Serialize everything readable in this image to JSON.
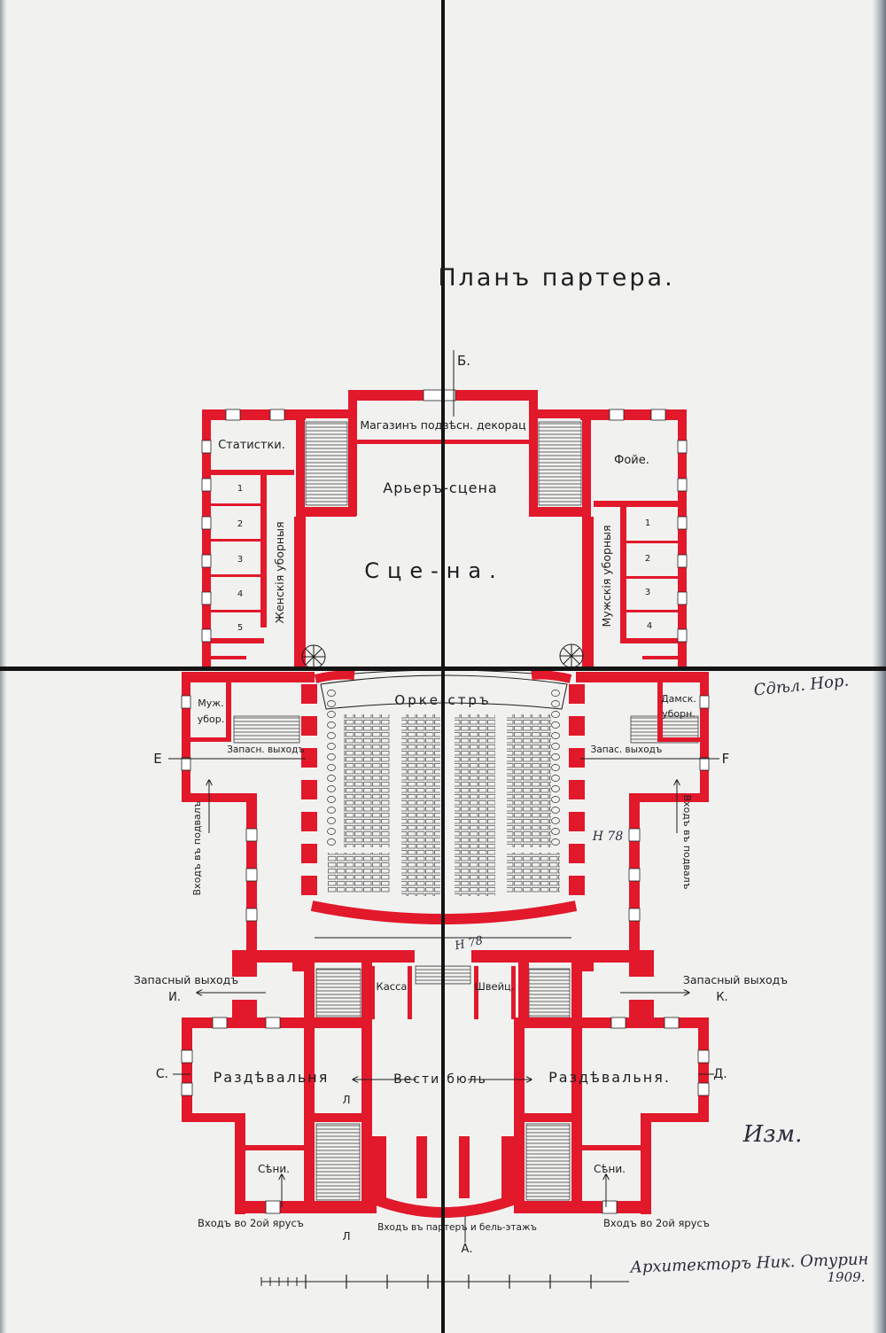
{
  "title": "Планъ партера.",
  "marks": {
    "b": "Б.",
    "a": "А.",
    "e": "Е",
    "f": "F",
    "i": "И.",
    "k": "К.",
    "c": "С.",
    "d": "Д.",
    "l_upper": "Л",
    "l_lower": "Л"
  },
  "stage_level": {
    "store": "Магазинъ подвѣсн. декорац",
    "statistki": "Статистки.",
    "foyer": "Фойе.",
    "rear_stage": "Арьеръ-сцена",
    "stage": "Сце-на.",
    "women_dressing": "Женскія уборныя",
    "men_dressing": "Мужскія уборныя",
    "left_room_numbers": [
      "1",
      "2",
      "3",
      "4",
      "5"
    ],
    "right_room_numbers": [
      "1",
      "2",
      "3",
      "4"
    ]
  },
  "hall": {
    "orchestra": "Орке-стръ",
    "men_toilet": [
      "Муж.",
      "убор."
    ],
    "ladies_toilet": [
      "Дамск.",
      "уборн."
    ],
    "spare_exit_left": "Запасн. выходъ",
    "spare_exit_right": "Запас. выходъ",
    "basement_entry_left": "Входъ въ подвалъ",
    "basement_entry_right": "Входъ въ подвалъ"
  },
  "lobby": {
    "spare_exit_left": "Запасный выходъ",
    "spare_exit_right": "Запасный выходъ",
    "cashier": "Касса",
    "porter": "Швейц."
  },
  "entrance": {
    "cloakroom_left": "Раздѣвальня",
    "vestibule": "Вести-бюль",
    "cloakroom_right": "Раздѣвальня.",
    "porch_left": "Сѣни.",
    "porch_right": "Сѣни.",
    "entry_tier_left": "Входъ во 2ой ярусъ",
    "entry_parterre": "Входъ въ партеръ и бель-этажъ",
    "entry_tier_right": "Входъ во 2ой ярусъ"
  },
  "handwritten": {
    "signature": "Архитекторъ Ник. Отурин",
    "year": "1909.",
    "note_right": "Сдѣл. Нор.",
    "note_hall": "Н 78",
    "note_corridor": "Н 78",
    "note_approval": "Изм."
  },
  "colors": {
    "wall": "#e2182b",
    "paper": "#f1f2f0",
    "ink": "#1d1d1d",
    "joint": "#141414"
  }
}
